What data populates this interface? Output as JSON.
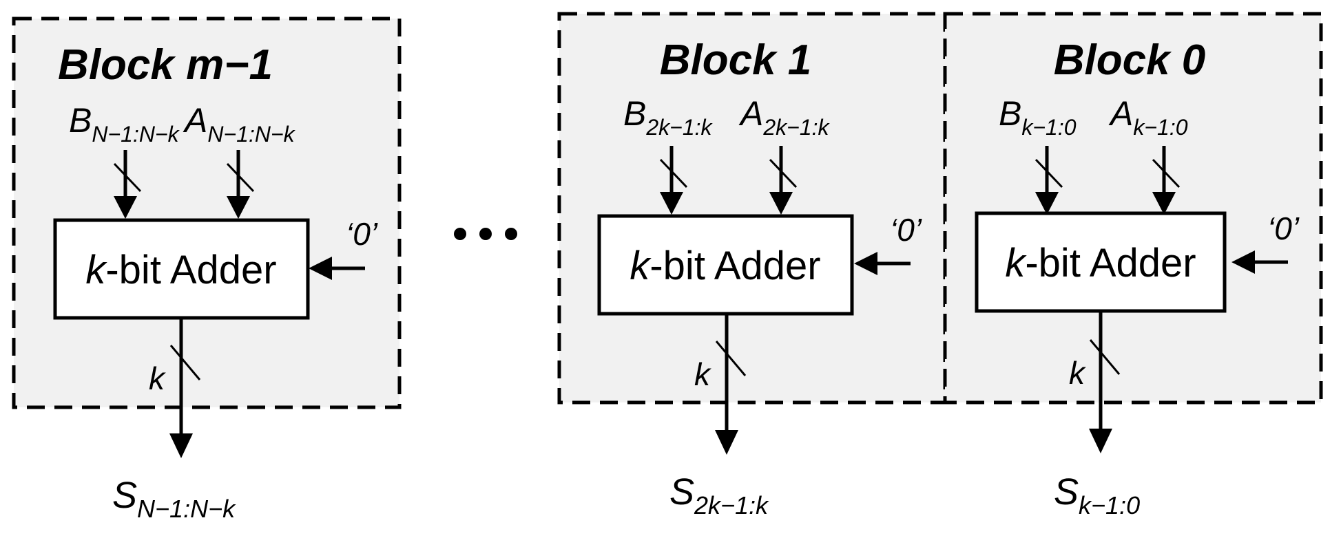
{
  "diagram": {
    "blocks": [
      {
        "title": "Block m−1",
        "b_base": "B",
        "b_sub": "N−1:N−k",
        "a_base": "A",
        "a_sub": "N−1:N−k",
        "adder_italic": "k",
        "adder_rest": "-bit Adder",
        "carry_in": "‘0’",
        "width_label": "k",
        "s_base": "S",
        "s_sub": "N−1:N−k"
      },
      {
        "title": "Block 1",
        "b_base": "B",
        "b_sub": "2k−1:k",
        "a_base": "A",
        "a_sub": "2k−1:k",
        "adder_italic": "k",
        "adder_rest": "-bit Adder",
        "carry_in": "‘0’",
        "width_label": "k",
        "s_base": "S",
        "s_sub": "2k−1:k"
      },
      {
        "title": "Block 0",
        "b_base": "B",
        "b_sub": "k−1:0",
        "a_base": "A",
        "a_sub": "k−1:0",
        "adder_italic": "k",
        "adder_rest": "-bit Adder",
        "carry_in": "‘0’",
        "width_label": "k",
        "s_base": "S",
        "s_sub": "k−1:0"
      }
    ]
  }
}
